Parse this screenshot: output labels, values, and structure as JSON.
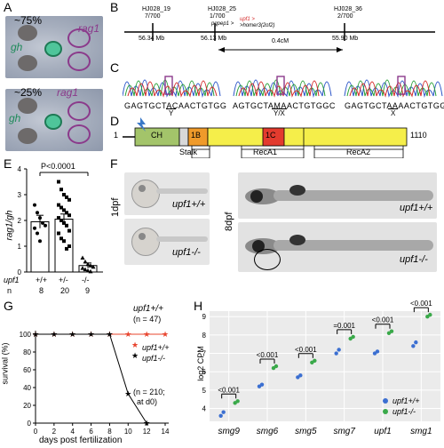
{
  "panels": {
    "A": "A",
    "B": "B",
    "C": "C",
    "D": "D",
    "E": "E",
    "F": "F",
    "G": "G",
    "H": "H"
  },
  "panel_a": {
    "pct_top": "~75%",
    "pct_bottom": "~25%",
    "rag1": "rag1",
    "gh": "gh"
  },
  "panel_b": {
    "markers": [
      {
        "name": "HJ028_19",
        "ratio": "7/700",
        "pos": "56.34 Mb"
      },
      {
        "name": "HJ028_25",
        "ratio": "1/700",
        "pos": "56.13 Mb"
      },
      {
        "name": "HJ028_36",
        "ratio": "2/700",
        "pos": "55.90 Mb"
      }
    ],
    "genes_prefix": "pgpep1 >",
    "gene_upf1": "upf1 >",
    "genes_suffix": ">homer3(2of2)",
    "distance": "0.4cM"
  },
  "panel_c": {
    "seqs": [
      "GAGTGCTACAACTGTGG",
      "AGTGCTAMAACTGTGGC",
      "GAGTGCTAAAACTGTGG"
    ],
    "codons": [
      "Y",
      "Y/X",
      "X"
    ]
  },
  "panel_d": {
    "start": "1",
    "end": "1110",
    "domains": {
      "ch": "CH",
      "d1b": "1B",
      "d1c": "1C"
    },
    "labels": [
      "Stalk",
      "RecA1",
      "RecA2"
    ]
  },
  "panel_e": {
    "ylabel": "rag1/gh",
    "pvalue": "P<0.0001",
    "gene": "upf1",
    "n_label": "n",
    "genotypes": [
      "+/+",
      "+/-",
      "-/-"
    ],
    "n": [
      "8",
      "20",
      "9"
    ],
    "yticks": [
      "0",
      "1",
      "2",
      "3",
      "4"
    ]
  },
  "panel_f": {
    "day1": "1dpf",
    "day8": "8dpf",
    "wt": "upf1+/+",
    "mut": "upf1-/-"
  },
  "panel_g": {
    "ylabel": "survival (%)",
    "xlabel": "days post fertilization",
    "xticks": [
      "0",
      "2",
      "4",
      "6",
      "8",
      "10",
      "12",
      "14"
    ],
    "yticks": [
      "0",
      "20",
      "40",
      "60",
      "80",
      "100"
    ],
    "wt_gene": "upf1+/+",
    "wt_n": "(n = 47)",
    "mut_n": "(n = 210;",
    "mut_n2": "at d0)",
    "legend": [
      "upf1+/+",
      "upf1-/-"
    ]
  },
  "chart_data": {
    "type": "line",
    "xlabel": "days post fertilization",
    "ylabel": "survival (%)",
    "xlim": [
      0,
      14
    ],
    "ylim": [
      0,
      100
    ],
    "series": [
      {
        "name": "upf1+/+",
        "x": [
          0,
          2,
          4,
          6,
          8,
          10,
          12,
          14
        ],
        "y": [
          100,
          100,
          100,
          100,
          100,
          100,
          100,
          100
        ],
        "color": "#e8442e"
      },
      {
        "name": "upf1-/-",
        "x": [
          0,
          2,
          4,
          6,
          8,
          10,
          12
        ],
        "y": [
          100,
          100,
          100,
          100,
          100,
          33,
          0
        ],
        "color": "#000000"
      }
    ]
  },
  "panel_h": {
    "ylabel": "log2 CPM",
    "genes": [
      "smg9",
      "smg6",
      "smg5",
      "smg7",
      "upf1",
      "smg1"
    ],
    "yticks": [
      "4",
      "5",
      "6",
      "7",
      "8",
      "9"
    ],
    "pvals": [
      "<0.001",
      "<0.001",
      "<0.001",
      "=0.001",
      "<0.001",
      "<0.001"
    ],
    "legend": [
      "upf1+/+",
      "upf1-/-"
    ],
    "wt": [
      [
        3.6,
        3.8
      ],
      [
        5.2,
        5.3
      ],
      [
        5.7,
        5.8
      ],
      [
        7.0,
        7.2
      ],
      [
        7.0,
        7.1
      ],
      [
        7.4,
        7.6
      ]
    ],
    "mut": [
      [
        4.3,
        4.4
      ],
      [
        6.2,
        6.3
      ],
      [
        6.5,
        6.6
      ],
      [
        7.8,
        7.9
      ],
      [
        8.1,
        8.2
      ],
      [
        9.0,
        9.1
      ]
    ]
  }
}
